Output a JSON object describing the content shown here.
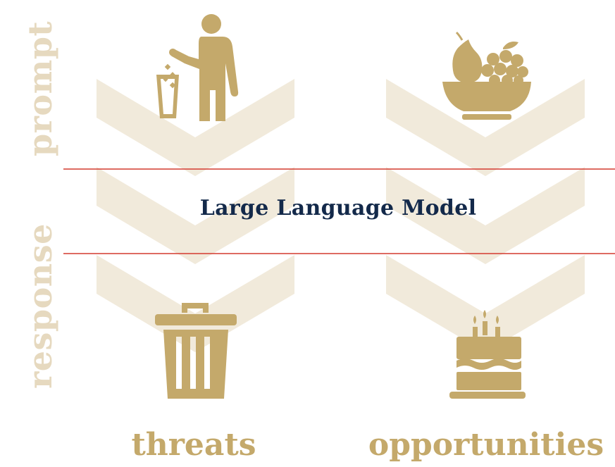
{
  "labels": {
    "prompt": "prompt",
    "response": "response",
    "model": "Large Language Model",
    "threats": "threats",
    "opportunities": "opportunities"
  },
  "colors": {
    "chevron": "#f1eadb",
    "icon": "#c4a96b",
    "side_label": "#e6d9bf",
    "bottom_label": "#c4a96b",
    "model_text": "#13294a",
    "divider": "#d43a2f"
  },
  "icons": {
    "prompt_threat": "person-throwing-trash-icon",
    "prompt_opportunity": "fruit-bowl-icon",
    "response_threat": "trash-can-icon",
    "response_opportunity": "birthday-cake-icon"
  }
}
